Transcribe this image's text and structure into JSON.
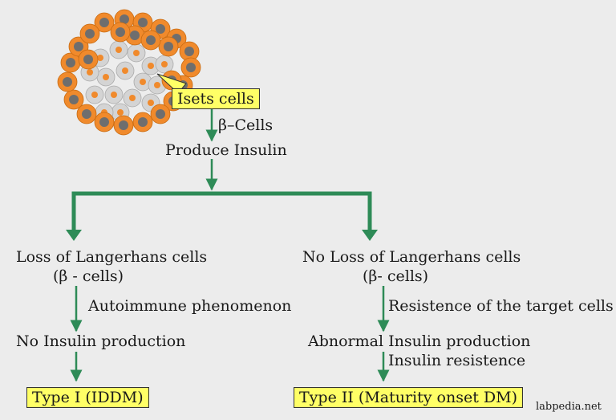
{
  "diagram": {
    "callout_label": "Isets cells",
    "beta_cells": "β–Cells",
    "produce_insulin": "Produce Insulin",
    "left": {
      "title": "Loss of Langerhans cells",
      "subtitle": "(β - cells)",
      "mechanism": "Autoimmune phenomenon",
      "result": "No Insulin production",
      "outcome": "Type I (IDDM)"
    },
    "right": {
      "title": "No Loss of Langerhans cells",
      "subtitle": "(β- cells)",
      "mechanism": "Resistence of the target cells",
      "result": "Abnormal Insulin production",
      "result2": "Insulin resistence",
      "outcome": "Type II (Maturity onset DM)"
    },
    "watermark": "labpedia.net"
  },
  "colors": {
    "background": "#ececec",
    "arrow": "#2e8b57",
    "box_fill": "#ffff66",
    "cell_outer_orange": "#f08a2c",
    "cell_nucleus": "#6e6e6e",
    "cell_inner_gray": "#d4d4d4"
  }
}
